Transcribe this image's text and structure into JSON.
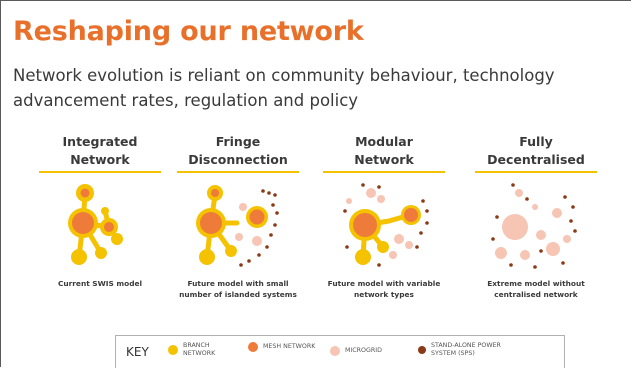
{
  "slide": {
    "title": "Reshaping our network",
    "subtitle": "Network evolution is reliant on community behaviour, technology advancement rates, regulation and policy"
  },
  "colors": {
    "title": "#e8702a",
    "branch": "#f5c200",
    "mesh": "#ee7b3a",
    "microgrid": "#f6c5b3",
    "sps": "#8a3a16",
    "rule": "#f5c200"
  },
  "columns": [
    {
      "title_line1": "Integrated",
      "title_line2": "Network",
      "caption": "Current SWIS model"
    },
    {
      "title_line1": "Fringe",
      "title_line2": "Disconnection",
      "caption": "Future model with small number of islanded systems"
    },
    {
      "title_line1": "Modular",
      "title_line2": "Network",
      "caption": "Future model with variable network types"
    },
    {
      "title_line1": "Fully",
      "title_line2": "Decentralised",
      "caption": "Extreme model without centralised network"
    }
  ],
  "key": {
    "label": "KEY",
    "items": [
      {
        "label": "Branch network",
        "color": "#f5c200"
      },
      {
        "label": "Mesh network",
        "color": "#ee7b3a"
      },
      {
        "label": "Microgrid",
        "color": "#f6c5b3"
      },
      {
        "label": "Stand-alone power system (SPS)",
        "color": "#8a3a16"
      }
    ]
  }
}
